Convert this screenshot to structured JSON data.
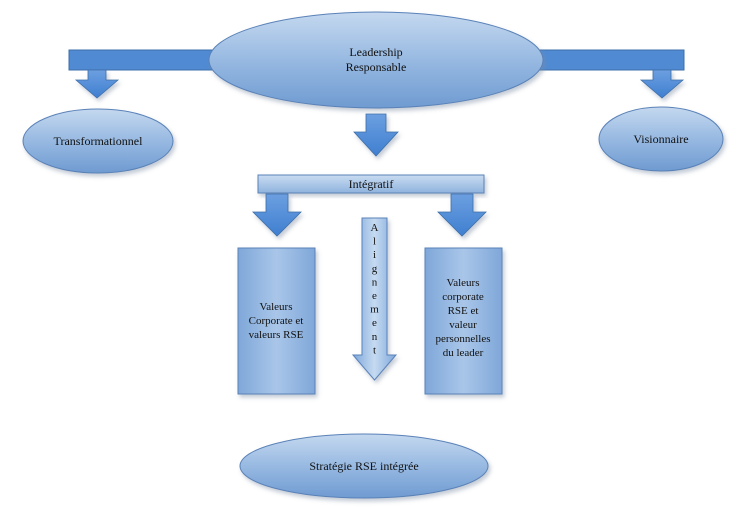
{
  "diagram": {
    "center": {
      "line1": "Leadership",
      "line2": "Responsable"
    },
    "left_node": "Transformationnel",
    "right_node": "Visionnaire",
    "integratif": "Intégratif",
    "left_box": {
      "line1": "Valeurs",
      "line2": "Corporate et",
      "line3": "valeurs RSE"
    },
    "right_box": {
      "line1": "Valeurs",
      "line2": "corporate",
      "line3": "RSE et",
      "line4": "valeur",
      "line5": "personnelles",
      "line6": "du leader"
    },
    "alignment_letters": [
      "A",
      "l",
      "i",
      "g",
      "n",
      "e",
      "m",
      "e",
      "n",
      "t"
    ],
    "bottom_node": "Stratégie RSE intégrée"
  },
  "colors": {
    "fill_light": "#b9d0ea",
    "fill_mid": "#8fb3dd",
    "fill_dark": "#6f9bd1",
    "arrow": "#5b8fd0",
    "stroke": "#4a76ad"
  }
}
